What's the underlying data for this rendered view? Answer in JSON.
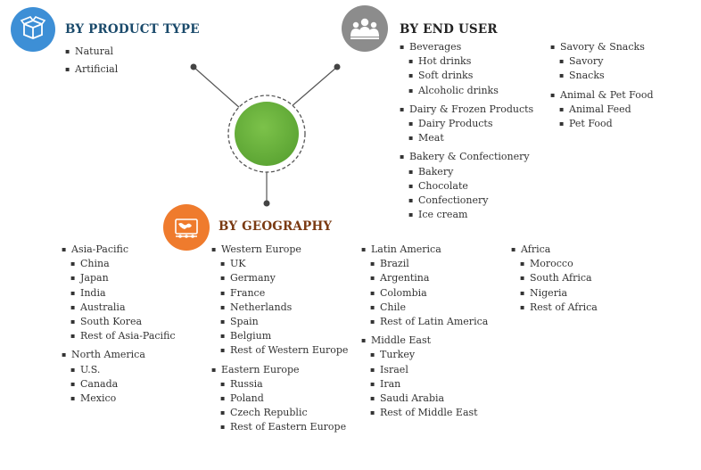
{
  "colors": {
    "product_header": "#1a4a6b",
    "end_user_header": "#222222",
    "geography_header": "#7a3a12",
    "product_icon": "#3d8fd6",
    "end_user_icon": "#8c8c8c",
    "geography_icon": "#ef7b2d",
    "center_green": "#6db33f",
    "wire": "#555555"
  },
  "product_type": {
    "title": "BY PRODUCT TYPE",
    "icon": "box-icon",
    "items": [
      "Natural",
      "Artificial"
    ]
  },
  "end_user": {
    "title": "BY END USER",
    "icon": "people-icon",
    "groups": [
      {
        "label": "Beverages",
        "items": [
          "Hot drinks",
          "Soft drinks",
          "Alcoholic drinks"
        ]
      },
      {
        "label": "Dairy & Frozen Products",
        "items": [
          "Dairy Products",
          "Meat"
        ]
      },
      {
        "label": "Bakery & Confectionery",
        "items": [
          "Bakery",
          "Chocolate",
          "Confectionery",
          "Ice cream"
        ]
      },
      {
        "label": "Savory & Snacks",
        "items": [
          "Savory",
          "Snacks"
        ]
      },
      {
        "label": "Animal & Pet Food",
        "items": [
          "Animal Feed",
          "Pet Food"
        ]
      }
    ]
  },
  "geography": {
    "title": "BY GEOGRAPHY",
    "icon": "globe-network-icon",
    "groups": [
      {
        "label": "Asia-Pacific",
        "items": [
          "China",
          "Japan",
          "India",
          "Australia",
          "South Korea",
          "Rest of Asia-Pacific"
        ]
      },
      {
        "label": "North America",
        "items": [
          "U.S.",
          "Canada",
          "Mexico"
        ]
      },
      {
        "label": "Western Europe",
        "items": [
          "UK",
          "Germany",
          "France",
          "Netherlands",
          "Spain",
          "Belgium",
          "Rest of Western Europe"
        ]
      },
      {
        "label": "Eastern Europe",
        "items": [
          "Russia",
          "Poland",
          "Czech Republic",
          "Rest of Eastern Europe"
        ]
      },
      {
        "label": "Latin America",
        "items": [
          "Brazil",
          "Argentina",
          "Colombia",
          "Chile",
          "Rest of Latin America"
        ]
      },
      {
        "label": "Middle East",
        "items": [
          "Turkey",
          "Israel",
          "Iran",
          "Saudi Arabia",
          "Rest of Middle East"
        ]
      },
      {
        "label": "Africa",
        "items": [
          "Morocco",
          "South Africa",
          "Nigeria",
          "Rest of Africa"
        ]
      }
    ]
  }
}
